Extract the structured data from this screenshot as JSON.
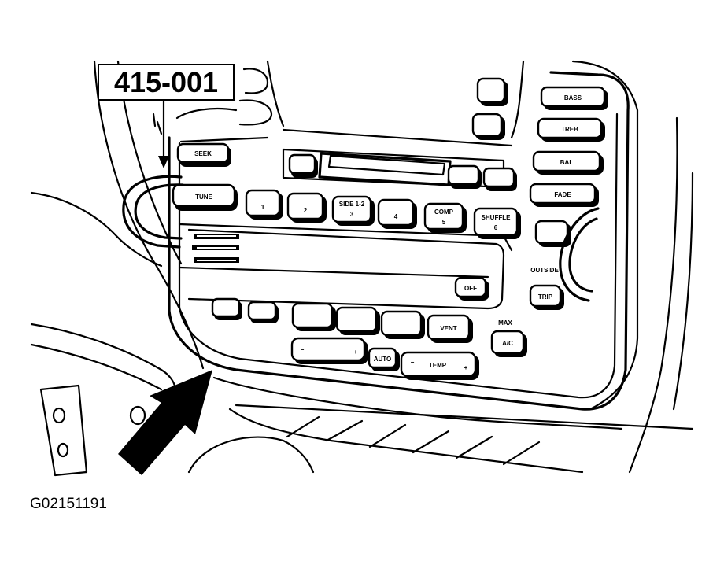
{
  "callout": {
    "label": "415-001"
  },
  "figure_id": "G02151191",
  "radio_buttons": {
    "seek": "SEEK",
    "tune": "TUNE",
    "preset_1": "1",
    "preset_2": "2",
    "preset_3": "3",
    "preset_4": "4",
    "preset_5": "5",
    "preset_6": "6",
    "shuffle": "SHUFFLE",
    "comp": "COMP",
    "side_1_2": "SIDE 1-2",
    "off": "OFF",
    "bass": "BASS",
    "treb": "TREB",
    "bal": "BAL",
    "fade": "FADE",
    "auto": "AUTO",
    "vent": "VENT",
    "ac": "A/C",
    "max": "MAX",
    "temp": "TEMP",
    "outside": "OUTSIDE",
    "trip": "TRIP"
  }
}
